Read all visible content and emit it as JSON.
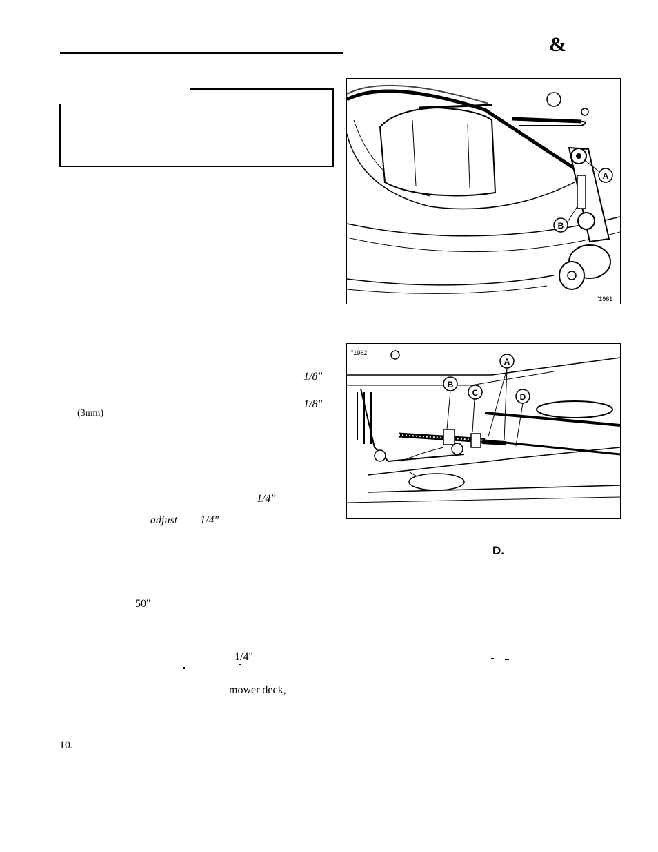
{
  "header": {
    "ampersand": "&"
  },
  "figures": {
    "top": {
      "callouts": [
        "A",
        "B"
      ],
      "code": "\"1961"
    },
    "bottom": {
      "callouts": [
        "A",
        "B",
        "C",
        "D"
      ],
      "code": "\"1962"
    }
  },
  "fragments": {
    "f1": "1/8\"",
    "f2": "1/8\"",
    "f3": "(3mm)",
    "f4": "1/4\"",
    "f5": "adjust",
    "f6": "1/4\"",
    "f7": "D.",
    "f8": "50\"",
    "f9": "1/4\"",
    "f10": "mower deck,",
    "f11": "10."
  }
}
